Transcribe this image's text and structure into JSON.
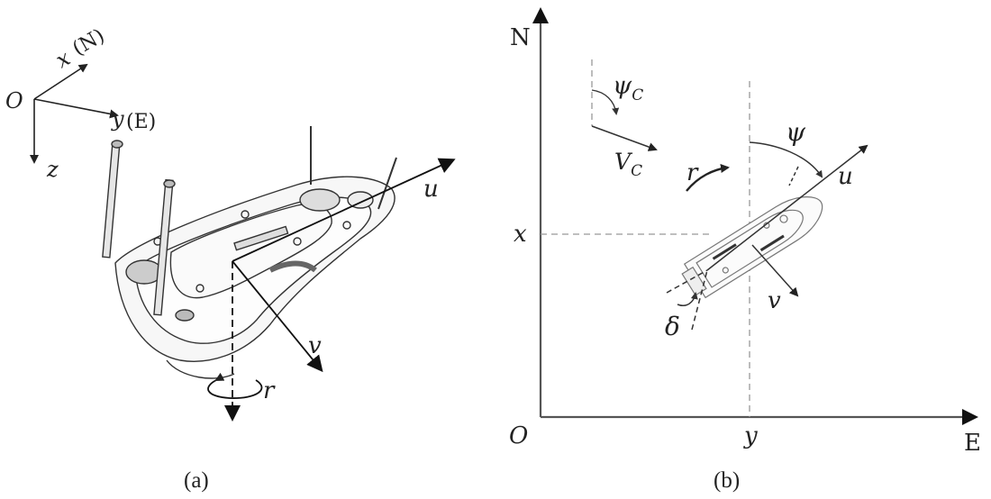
{
  "panel_a": {
    "caption": "(a)",
    "origin": "O",
    "x_axis": "x",
    "x_dir": "(N)",
    "y_axis": "y",
    "y_dir": "(E)",
    "z_axis": "z",
    "surge": "u",
    "sway": "v",
    "yaw_rate": "r"
  },
  "panel_b": {
    "caption": "(b)",
    "north": "N",
    "east": "E",
    "origin": "O",
    "x_label": "x",
    "y_label": "y",
    "heading": "ψ",
    "current_angle": "ψ",
    "current_angle_sub": "C",
    "current_speed": "V",
    "current_speed_sub": "C",
    "surge": "u",
    "sway": "v",
    "yaw_rate": "r",
    "rudder": "δ"
  }
}
